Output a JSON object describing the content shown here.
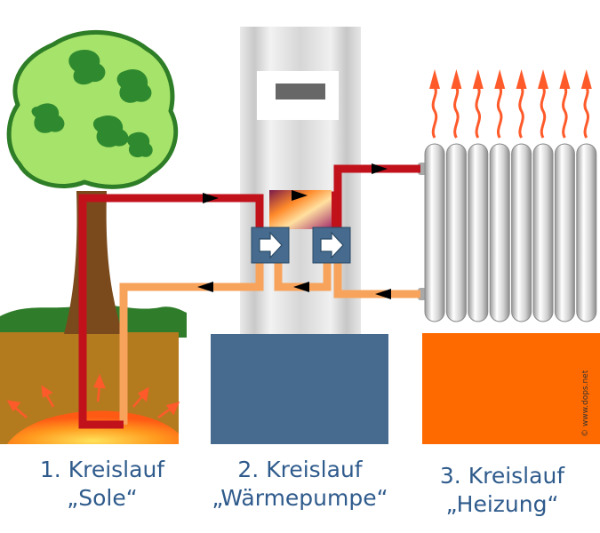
{
  "labels": {
    "circuit1": {
      "line1": "1. Kreislauf",
      "line2": "„Sole“"
    },
    "circuit2": {
      "line1": "2. Kreislauf",
      "line2": "„Wärmepumpe“"
    },
    "circuit3": {
      "line1": "3. Kreislauf",
      "line2": "„Heizung“"
    }
  },
  "copyright": "© www.dops.net",
  "colors": {
    "label_text": "#2f5b8c",
    "hot_pipe": "#c1121c",
    "cold_pipe": "#f7a35c",
    "ground": "#b47a1e",
    "grass": "#2f7d2a",
    "tree_light": "#a6e36a",
    "tree_dark": "#2f8a2f",
    "trunk": "#7a4a1c",
    "heat_pump_column": "#d8d8d8",
    "heat_pump_base": "#466b8e",
    "radiator_base": "#ff6a00",
    "heat_arrows": "#ff5a2a"
  },
  "icons": [
    "tree-icon",
    "sun-glow-icon",
    "heat-exchanger-icon",
    "radiator-icon",
    "flow-arrow-icon",
    "heat-rise-arrow-icon"
  ]
}
